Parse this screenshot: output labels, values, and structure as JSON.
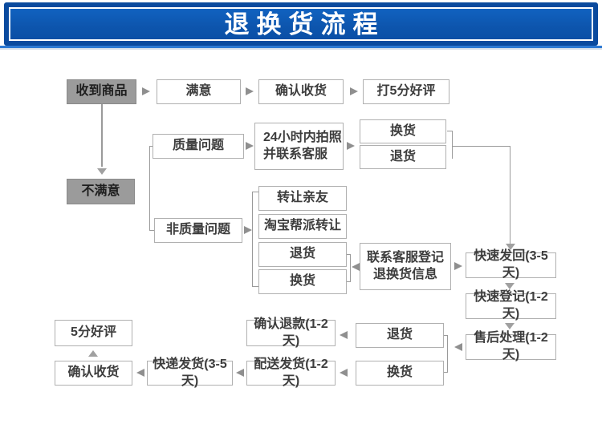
{
  "header": {
    "title": "退换货流程"
  },
  "colors": {
    "banner_outer": "#0a4a9e",
    "banner_inner_gradient_top": "#1162c0",
    "banner_inner_gradient_bottom": "#0a4fa6",
    "banner_accent_line": "#2d79d3",
    "box_border": "#b0b0b0",
    "gray_node_fill": "#9b9b9b",
    "gray_node_border": "#8a8a8a",
    "connector": "#9a9a9a",
    "arrow": "#8f8f8f",
    "text": "#3d3d3d"
  },
  "nodes": {
    "received": "收到商品",
    "satisfied": "满意",
    "confirm_receive_top": "确认收货",
    "rate_5_star": "打5分好评",
    "unsatisfied": "不满意",
    "quality_issue": "质量问题",
    "photo_24h": [
      "24小时内拍照",
      "并联系客服"
    ],
    "exchange_q": "换货",
    "return_q": "退货",
    "non_quality_issue": "非质量问题",
    "transfer_friend": "转让亲友",
    "taobao_transfer": "淘宝帮派转让",
    "return_nq": "退货",
    "exchange_nq": "换货",
    "contact_cs": [
      "联系客服登记",
      "退换货信息"
    ],
    "fast_send_back": "快速发回(3-5天)",
    "fast_register": "快速登记(1-2天)",
    "after_sale": "售后处理(1-2天)",
    "return_as": "退货",
    "exchange_as": "换货",
    "confirm_refund": "确认退款(1-2天)",
    "dispatch_delivery": "配送发货(1-2天)",
    "express_delivery": "快递发货(3-5天)",
    "confirm_receive_bottom": "确认收货",
    "five_star": "5分好评"
  }
}
